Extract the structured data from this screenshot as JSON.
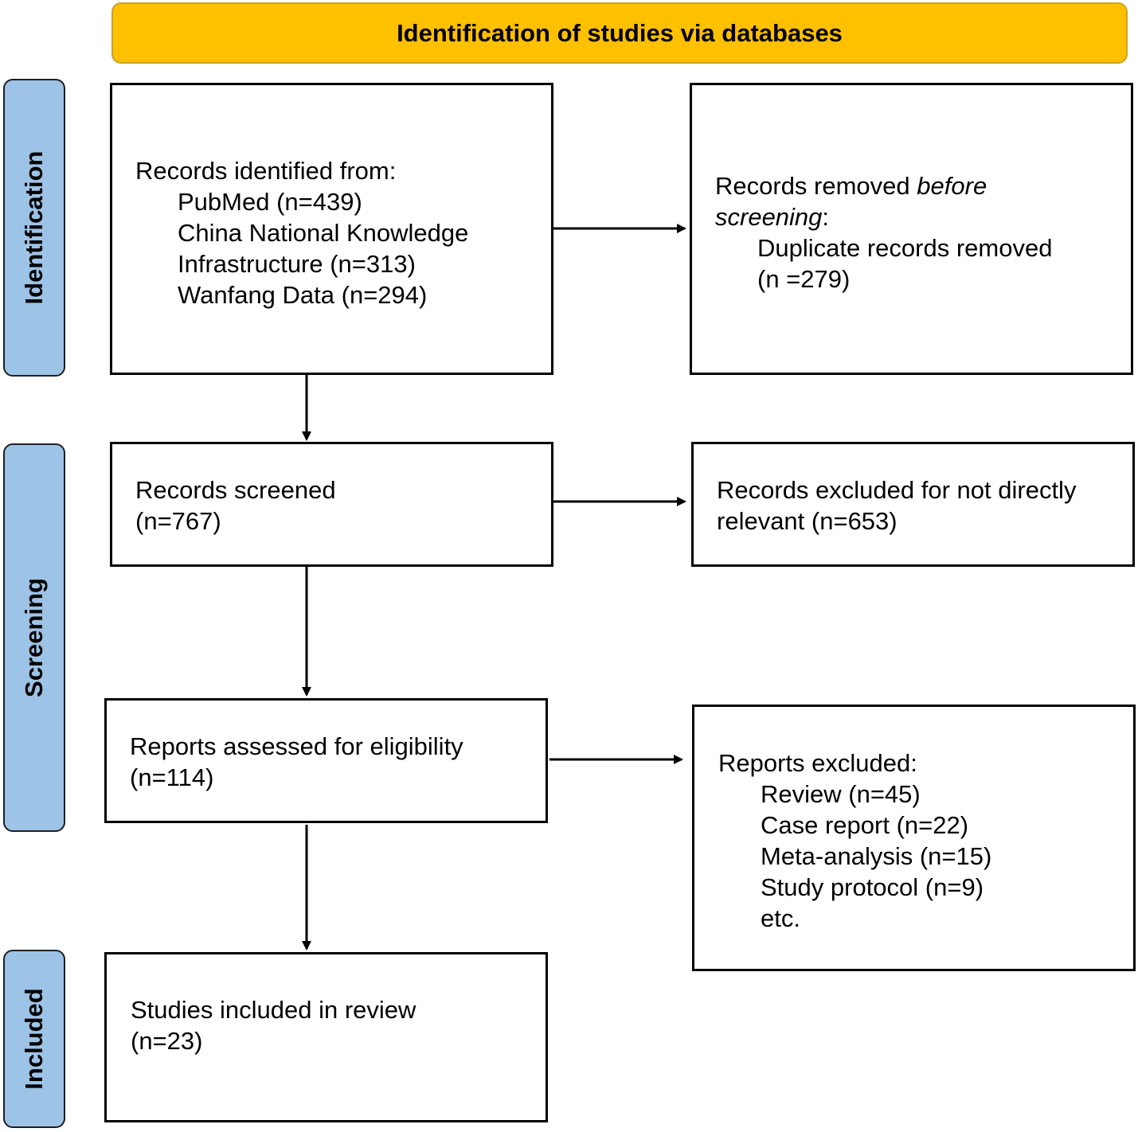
{
  "header": {
    "title": "Identification of studies via databases"
  },
  "stages": {
    "identification": "Identification",
    "screening": "Screening",
    "included": "Included"
  },
  "records_identified": {
    "heading": "Records identified from:",
    "sources": [
      "PubMed (n=439)",
      "China National Knowledge",
      "Infrastructure (n=313)",
      "Wanfang Data (n=294)"
    ]
  },
  "records_removed": {
    "line1_prefix": "Records removed ",
    "line1_italic": "before",
    "line2_italic": "screening",
    "line2_suffix": ":",
    "detail": [
      "Duplicate records removed",
      "(n =279)"
    ]
  },
  "records_screened": {
    "lines": [
      "Records screened",
      "(n=767)"
    ]
  },
  "records_excluded": {
    "lines": [
      "Records excluded for not directly",
      "relevant (n=653)"
    ]
  },
  "reports_assessed": {
    "lines": [
      "Reports assessed for eligibility",
      "(n=114)"
    ]
  },
  "reports_excluded": {
    "heading": "Reports excluded:",
    "items": [
      "Review (n=45)",
      "Case report (n=22)",
      "Meta-analysis (n=15)",
      "Study protocol (n=9)",
      "etc."
    ]
  },
  "studies_included": {
    "lines": [
      "Studies included in review",
      "(n=23)"
    ]
  },
  "colors": {
    "header_fill": "#ffc000",
    "stage_fill": "#9dc3e6",
    "box_border": "#000000"
  }
}
